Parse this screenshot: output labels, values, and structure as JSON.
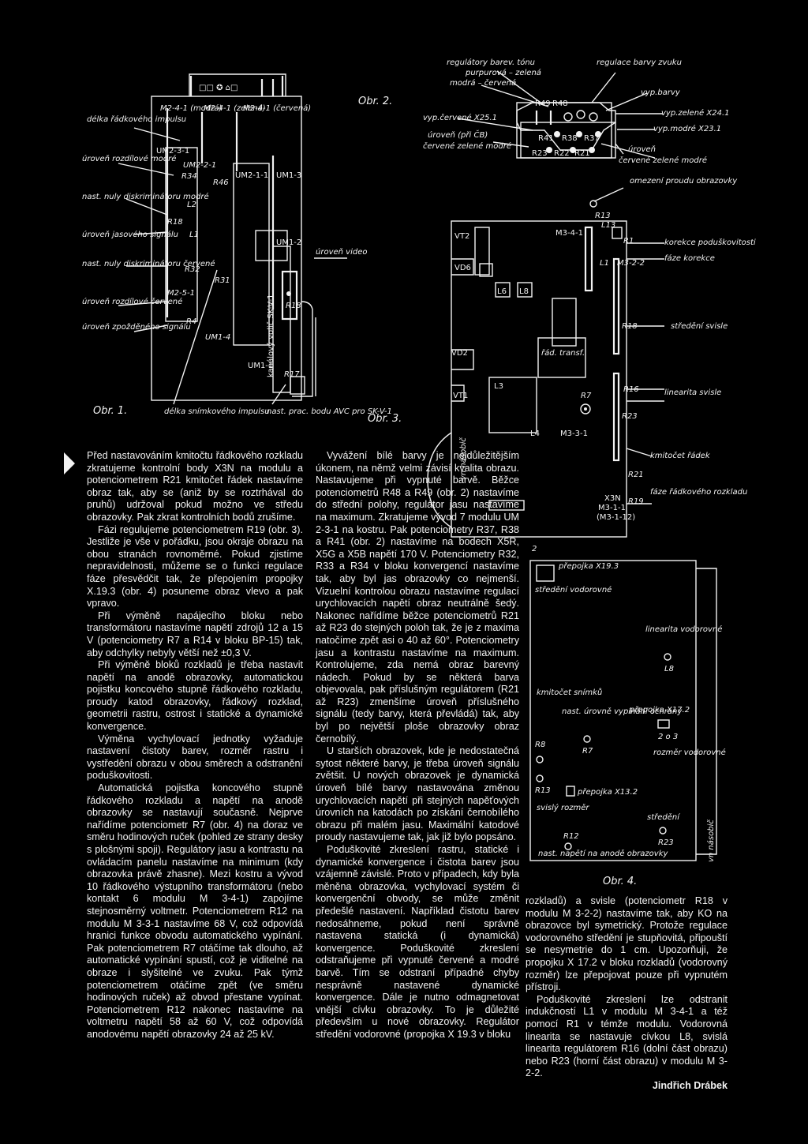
{
  "figures": {
    "fig1": {
      "caption": "Obr. 1.",
      "labels": {
        "delka_radkoveho": "délka řádkového impulsu",
        "uroven_rozdilove_modre": "úroveň rozdílové modré",
        "nast_nuly_modre": "nast. nuly diskriminátoru modré",
        "uroven_jasoveho": "úroveň jasového signálu",
        "nast_nuly_cervene": "nast. nuly diskriminátoru červené",
        "uroven_rozdilove_cervene": "úroveň rozdílové červené",
        "uroven_zpozdeneho": "úroveň zpožděného signálu",
        "delka_snimkoveho": "délka snímkového impulsu",
        "nast_prac_bodu": "nast. prac. bodu AVC pro SK-V-1",
        "uroven_video": "úroveň video",
        "m2_4_1_modra": "M2-4-1 (modrá)",
        "m2_4_1_zelena": "M2-4-1 (zelená)",
        "m2_4_1_cervena": "M2-4-1 (červená)",
        "um2_3_1": "UM2-3-1",
        "um2_2_1": "UM2-2-1",
        "r34": "R34",
        "r46": "R46",
        "um2_1_1": "UM2-1-1",
        "um1_3": "UM1-3",
        "l2": "L2",
        "r18": "R18",
        "l1": "L1",
        "um1_2": "UM1-2",
        "r32": "R32",
        "r31": "R31",
        "m2_5_1": "M2-5-1",
        "r4": "R4",
        "um1_4": "UM1-4",
        "r18b": "R18",
        "um1_1": "UM1-1",
        "r17": "R17",
        "kanalovy": "kanálový volič SK-V-1"
      }
    },
    "fig2": {
      "caption": "Obr. 2.",
      "labels": {
        "regulatory_barev_tonu": "regulátory barev. tónu",
        "purpurova_zelena": "purpurová – zelená",
        "modra_cervena": "modrá – červená",
        "regulace_barvy_zvuku": "regulace barvy zvuku",
        "vyp_barvy": "vyp.barvy",
        "vyp_cervene": "vyp.červené X25.1",
        "vyp_zelene": "vyp.zelené X24.1",
        "vyp_modre": "vyp.modré X23.1",
        "uroven_pri_cb": "úroveň (při ČB)",
        "cervene_zelene_modre": "červené zelené modré",
        "uroven_right": "úroveň",
        "cervene_zelene_modre_right": "červené zelené modré",
        "omezeni_proudu": "omezení proudu obrazovky",
        "r49": "R49",
        "r48": "R48",
        "r41": "R41",
        "r38": "R38",
        "r37": "R37",
        "r23": "R23",
        "r22": "R22",
        "r21": "R21",
        "r13": "R13"
      }
    },
    "fig3": {
      "caption": "Obr. 3.",
      "labels": {
        "vt2": "VT2",
        "vd6": "VD6",
        "l6": "L6",
        "l8": "L8",
        "m3_4_1": "M3-4-1",
        "l13": "L13",
        "r1": "R1",
        "l1": "L1",
        "m3_2_2": "M3-2-2",
        "korekce": "korekce poduškovitosti",
        "faze_korekce": "fáze korekce",
        "r18": "R18",
        "stredeni_svisle": "středění svisle",
        "vd2": "VD2",
        "rad_transf": "řád. transf.",
        "vt1": "VT1",
        "l3": "L3",
        "r7": "R7",
        "r16": "R16",
        "r23": "R23",
        "linearita_svisle": "linearita svisle",
        "l4": "L4",
        "m3_3_1": "M3-3-1",
        "vn_nasobic": "vn násobič",
        "r21": "R21",
        "kmitocet_radek": "kmitočet řádek",
        "x3n": "X3N",
        "m3_1_1": "M3-1-1",
        "m3_1_12": "(M3-1-12)",
        "r19": "R19",
        "faze_radkoveho": "fáze řádkového rozkladu"
      }
    },
    "fig4": {
      "caption": "Obr. 4.",
      "labels": {
        "n2": "2",
        "prepojka_x193": "přepojka X19.3",
        "stredeni_vodorovne": "středění vodorovné",
        "linearita_vodorovne": "linearita vodorovné",
        "l8": "L8",
        "kmitocet_snimku": "kmitočet snímků",
        "nast_urovne": "nast. úrovně vypínání ochrany",
        "r7": "R7",
        "r8": "R8",
        "prepojka_x172": "přepojka X17.2",
        "n2o3": "2 o 3",
        "rozmer_vodorovne": "rozměr vodorovné",
        "r13": "R13",
        "prepojka_x132": "přepojka X13.2",
        "svisly_rozmer": "svislý rozměr",
        "stredeni": "středění",
        "r12": "R12",
        "r23": "R23",
        "nast_napeti": "nast. napětí na anodě obrazovky",
        "vn_nasobic": "vn násobič"
      }
    }
  },
  "article": {
    "col1": [
      "Před nastavováním kmitočtu řádkového rozkladu zkratujeme kontrolní body X3N na modulu a potenciometrem R21 kmitočet řádek nastavíme obraz tak, aby se (aniž by se roztrhával do pruhů) udržoval pokud možno ve středu obrazovky. Pak zkrat kontrolních bodů zrušíme.",
      "Fázi regulujeme potenciometrem R19 (obr. 3). Jestliže je vše v pořádku, jsou okraje obrazu na obou stranách rovnoměrné. Pokud zjistíme nepravidelnosti, můžeme se o funkci regulace fáze přesvědčit tak, že přepojením propojky X.19.3 (obr. 4) posuneme obraz vlevo a pak vpravo.",
      "Při výměně napájecího bloku nebo transformátoru nastavíme napětí zdrojů 12 a 15 V (potenciometry R7 a R14 v bloku BP-15) tak, aby odchylky nebyly větší než ±0,3 V.",
      "Při výměně bloků rozkladů je třeba nastavit napětí na anodě obrazovky, automatickou pojistku koncového stupně řádkového rozkladu, proudy katod obrazovky, řádkový rozklad, geometrii rastru, ostrost i statické a dynamické konvergence.",
      "Výměna vychylovací jednotky vyžaduje nastavení čistoty barev, rozměr rastru i vystředění obrazu v obou směrech a odstranění poduškovitosti.",
      "Automatická pojistka koncového stupně řádkového rozkladu a napětí na anodě obrazovky se nastavují současně. Nejprve nařídíme potenciometr R7 (obr. 4) na doraz ve směru hodinových ruček (pohled ze strany desky s plošnými spoji). Regulátory jasu a kontrastu na ovládacím panelu nastavíme na minimum (kdy obrazovka právě zhasne). Mezi kostru a vývod 10 řádkového výstupního transformátoru (nebo kontakt 6 modulu M 3-4-1) zapojíme stejnosměrný voltmetr. Potenciometrem R12 na modulu M 3-3-1 nastavíme 68 V, což odpovídá hranici funkce obvodu automatického vypínání. Pak potenciometrem R7 otáčíme tak dlouho, až automatické vypínání spustí, což je viditelné na obraze i slyšitelné ve zvuku. Pak týmž potenciometrem otáčíme zpět (ve směru hodinových ruček) až obvod přestane vypínat. Potenciometrem R12 nakonec nastavíme na voltmetru napětí 58 až 60 V, což odpovídá anodovému napětí obrazovky 24 až 25 kV."
    ],
    "col2": [
      "Vyvážení bílé barvy je nejdůležitějším úkonem, na němž velmi závisí kvalita obrazu. Nastavujeme při vypnuté barvě. Běžce potenciometrů R48 a R49 (obr. 2) nastavíme do střední polohy, regulátor jasu nastavíme na maximum. Zkratujeme vývod 7 modulu UM 2-3-1 na kostru. Pak potenciometry R37, R38 a R41 (obr. 2) nastavíme na bodech X5R, X5G a X5B napětí 170 V. Potenciometry R32, R33 a R34 v bloku konvergencí nastavíme tak, aby byl jas obrazovky co nejmenší. Vizuelní kontrolou obrazu nastavíme regulací urychlovacích napětí obraz neutrálně šedý. Nakonec nařídíme běžce potenciometrů R21 až R23 do stejných poloh tak, že je z maxima natočíme zpět asi o 40 až 60°. Potenciometry jasu a kontrastu nastavíme na maximum. Kontrolujeme, zda nemá obraz barevný nádech. Pokud by se některá barva objevovala, pak příslušným regulátorem (R21 až R23) zmenšíme úroveň příslušného signálu (tedy barvy, která převládá) tak, aby byl po největší ploše obrazovky obraz černobílý.",
      "U starších obrazovek, kde je nedostatečná sytost některé barvy, je třeba úroveň signálu zvětšit. U nových obrazovek je dynamická úroveň bílé barvy nastavována změnou urychlovacích napětí při stejných napěťových úrovních na katodách po získání černobílého obrazu při malém jasu. Maximální katodové proudy nastavujeme tak, jak již bylo popsáno.",
      "Poduškovité zkreslení rastru, statické i dynamické konvergence i čistota barev jsou vzájemně závislé. Proto v případech, kdy byla měněna obrazovka, vychylovací systém či konvergenční obvody, se může změnit předešlé nastavení. Například čistotu barev nedosáhneme, pokud není správně nastavena statická (i dynamická) konvergence. Poduškovité zkreslení odstraňujeme při vypnuté červené a modré barvě. Tím se odstraní případné chyby nesprávně nastavené dynamické konvergence. Dále je nutno odmagnetovat vnější cívku obrazovky. To je důležité především u nové obrazovky. Regulátor středění vodorovné (propojka X 19.3 v bloku"
    ],
    "col3": [
      "rozkladů) a svisle (potenciometr R18 v modulu M 3-2-2) nastavíme tak, aby KO na obrazovce byl symetrický. Protože regulace vodorovného středění je stupňovitá, připouští se nesymetrie do 1 cm. Upozorňuji, že propojku X 17.2 v bloku rozkladů (vodorovný rozměr) lze přepojovat pouze při vypnutém přístroji.",
      "Poduškovité zkreslení lze odstranit indukčností L1 v modulu M 3-4-1 a též pomocí R1 v témže modulu. Vodorovná linearita se nastavuje cívkou L8, svislá linearita regulátorem R16 (dolní část obrazu) nebo R23 (horní část obrazu) v modulu M 3-2-2."
    ],
    "signature": "Jindřich Drábek"
  }
}
